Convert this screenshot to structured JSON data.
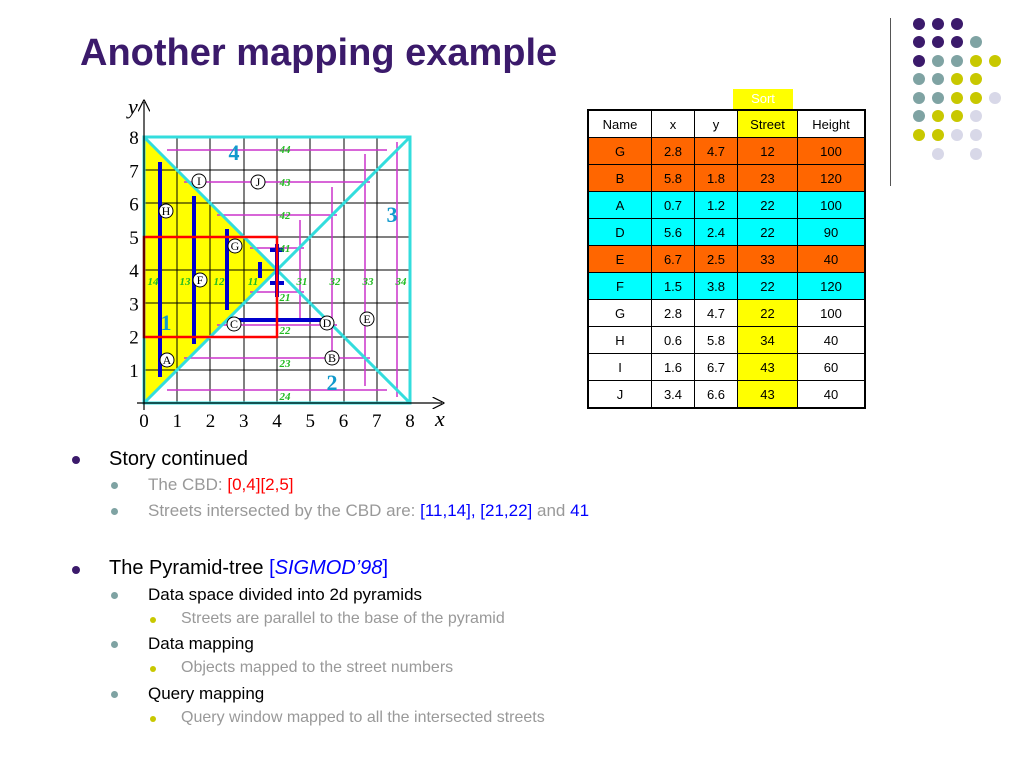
{
  "title": "Another mapping example",
  "sort_button": "Sort",
  "table": {
    "headers": [
      "Name",
      "x",
      "y",
      "Street",
      "Height"
    ],
    "rows": [
      {
        "name": "G",
        "x": "2.8",
        "y": "4.7",
        "street": "12",
        "height": "100",
        "style": "orange"
      },
      {
        "name": "B",
        "x": "5.8",
        "y": "1.8",
        "street": "23",
        "height": "120",
        "style": "orange"
      },
      {
        "name": "A",
        "x": "0.7",
        "y": "1.2",
        "street": "22",
        "height": "100",
        "style": "cyan"
      },
      {
        "name": "D",
        "x": "5.6",
        "y": "2.4",
        "street": "22",
        "height": "90",
        "style": "cyan"
      },
      {
        "name": "E",
        "x": "6.7",
        "y": "2.5",
        "street": "33",
        "height": "40",
        "style": "orange"
      },
      {
        "name": "F",
        "x": "1.5",
        "y": "3.8",
        "street": "22",
        "height": "120",
        "style": "cyan"
      },
      {
        "name": "G",
        "x": "2.8",
        "y": "4.7",
        "street": "22",
        "height": "100",
        "style": "white"
      },
      {
        "name": "H",
        "x": "0.6",
        "y": "5.8",
        "street": "34",
        "height": "40",
        "style": "white"
      },
      {
        "name": "I",
        "x": "1.6",
        "y": "6.7",
        "street": "43",
        "height": "60",
        "style": "white"
      },
      {
        "name": "J",
        "x": "3.4",
        "y": "6.6",
        "street": "43",
        "height": "40",
        "style": "white"
      }
    ]
  },
  "diagram": {
    "y_axis_label": "y",
    "x_axis_label": "x",
    "x_ticks": [
      "0",
      "1",
      "2",
      "3",
      "4",
      "5",
      "6",
      "7",
      "8"
    ],
    "y_ticks": [
      "1",
      "2",
      "3",
      "4",
      "5",
      "6",
      "7",
      "8"
    ],
    "pyramid_labels": [
      "1",
      "2",
      "3",
      "4"
    ],
    "points": [
      "A",
      "B",
      "C",
      "D",
      "E",
      "F",
      "G",
      "H",
      "I",
      "J"
    ],
    "street_labels_left": [
      "14",
      "13",
      "12",
      "11"
    ],
    "street_labels_right": [
      "31",
      "32",
      "33",
      "34"
    ],
    "street_labels_bottom": [
      "21",
      "22",
      "23",
      "24"
    ],
    "street_labels_top": [
      "44",
      "43",
      "42",
      "41"
    ]
  },
  "bullets": {
    "b1": "Story continued",
    "b1_1_prefix": "The CBD: ",
    "b1_1_value": "[0,4][2,5]",
    "b1_2_prefix": "Streets intersected by the CBD are: ",
    "b1_2_v1": "[11,14], [21,22]",
    "b1_2_mid": " and ",
    "b1_2_v2": "41",
    "b2_prefix": "The Pyramid-tree ",
    "b2_ref_open": "[",
    "b2_ref": "SIGMOD’98",
    "b2_ref_close": "]",
    "b2_1": "Data space divided into 2d pyramids",
    "b2_1_1": "Streets are parallel to the base of the pyramid",
    "b2_2": "Data mapping",
    "b2_2_1": "Objects mapped to the street numbers",
    "b2_3": "Query mapping",
    "b2_3_1": "Query window mapped to all the intersected streets"
  },
  "colors": {
    "title": "#3b1a6b",
    "orange": "#ff6600",
    "cyan": "#00ffff",
    "yellow": "#ffff00"
  }
}
